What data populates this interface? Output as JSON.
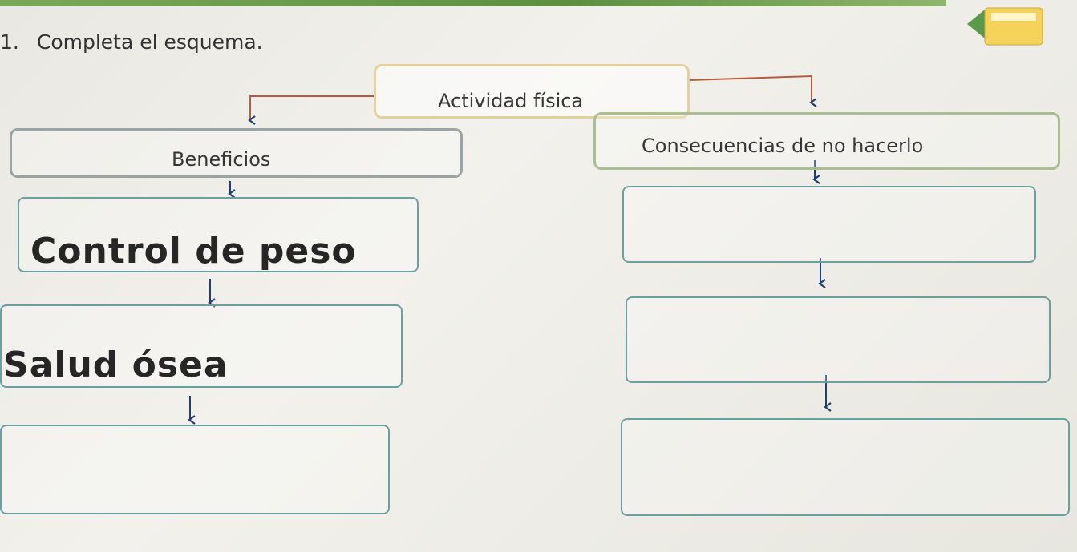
{
  "exercise": {
    "number": "1.",
    "instruction": "Completa el esquema."
  },
  "diagram": {
    "root": "Actividad física",
    "left_branch": {
      "title": "Beneficios",
      "items": [
        "Control de peso",
        "Salud ósea",
        ""
      ]
    },
    "right_branch": {
      "title": "Consecuencias de no hacerlo",
      "items": [
        "",
        "",
        ""
      ]
    }
  },
  "colors": {
    "root_border": "#e3d09a",
    "left_title_border": "#9aa3a5",
    "right_title_border": "#a9bf8d",
    "empty_box_border": "#6d9fa1",
    "connector": "#b85a3c",
    "arrow": "#1f3f74",
    "tag": "#f5d35a"
  }
}
